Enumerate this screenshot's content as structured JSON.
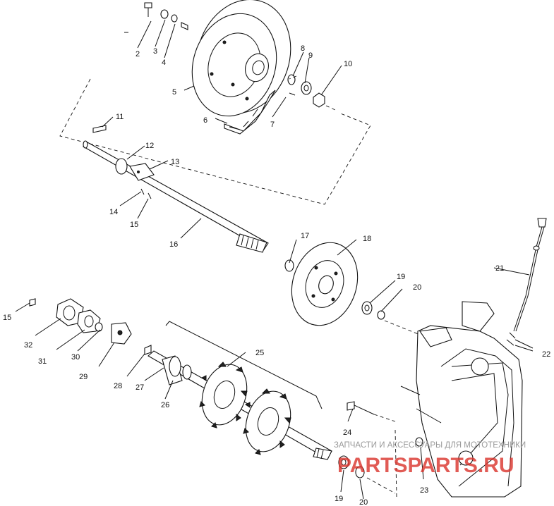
{
  "diagram": {
    "callouts": [
      "2",
      "3",
      "4",
      "5",
      "6",
      "7",
      "8",
      "9",
      "10",
      "11",
      "12",
      "13",
      "14",
      "15",
      "16",
      "17",
      "18",
      "19",
      "20",
      "21",
      "22",
      "23",
      "24",
      "25",
      "26",
      "27",
      "28",
      "29",
      "30",
      "31",
      "32"
    ],
    "watermark_line1": "ЗАПЧАСТИ И АКСЕССУАРЫ ДЛЯ МОТОТЕХНИКИ",
    "watermark_line2": "PARTSPARTS.RU",
    "colors": {
      "ink": "#111111",
      "watermark_gray": "#9a9a9a",
      "watermark_red": "#d9322a"
    }
  }
}
